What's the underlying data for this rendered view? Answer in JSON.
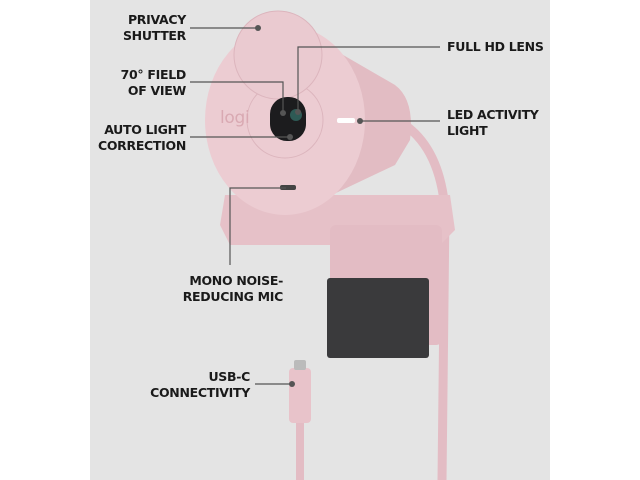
{
  "product": {
    "logo": "logi"
  },
  "callouts": {
    "privacy_shutter": [
      "PRIVACY",
      "SHUTTER"
    ],
    "full_hd_lens": [
      "FULL HD LENS"
    ],
    "field_of_view": [
      "70° FIELD",
      "OF VIEW"
    ],
    "led_light": [
      "LED ACTIVITY",
      "LIGHT"
    ],
    "auto_light": [
      "AUTO LIGHT",
      "CORRECTION"
    ],
    "mic": [
      "MONO NOISE-",
      "REDUCING MIC"
    ],
    "usbc": [
      "USB-C",
      "CONNECTIVITY"
    ]
  },
  "colors": {
    "body": "#ecccd2",
    "shade": "#dcb5bd",
    "clip": "#3a3a3c",
    "line": "#555555"
  }
}
